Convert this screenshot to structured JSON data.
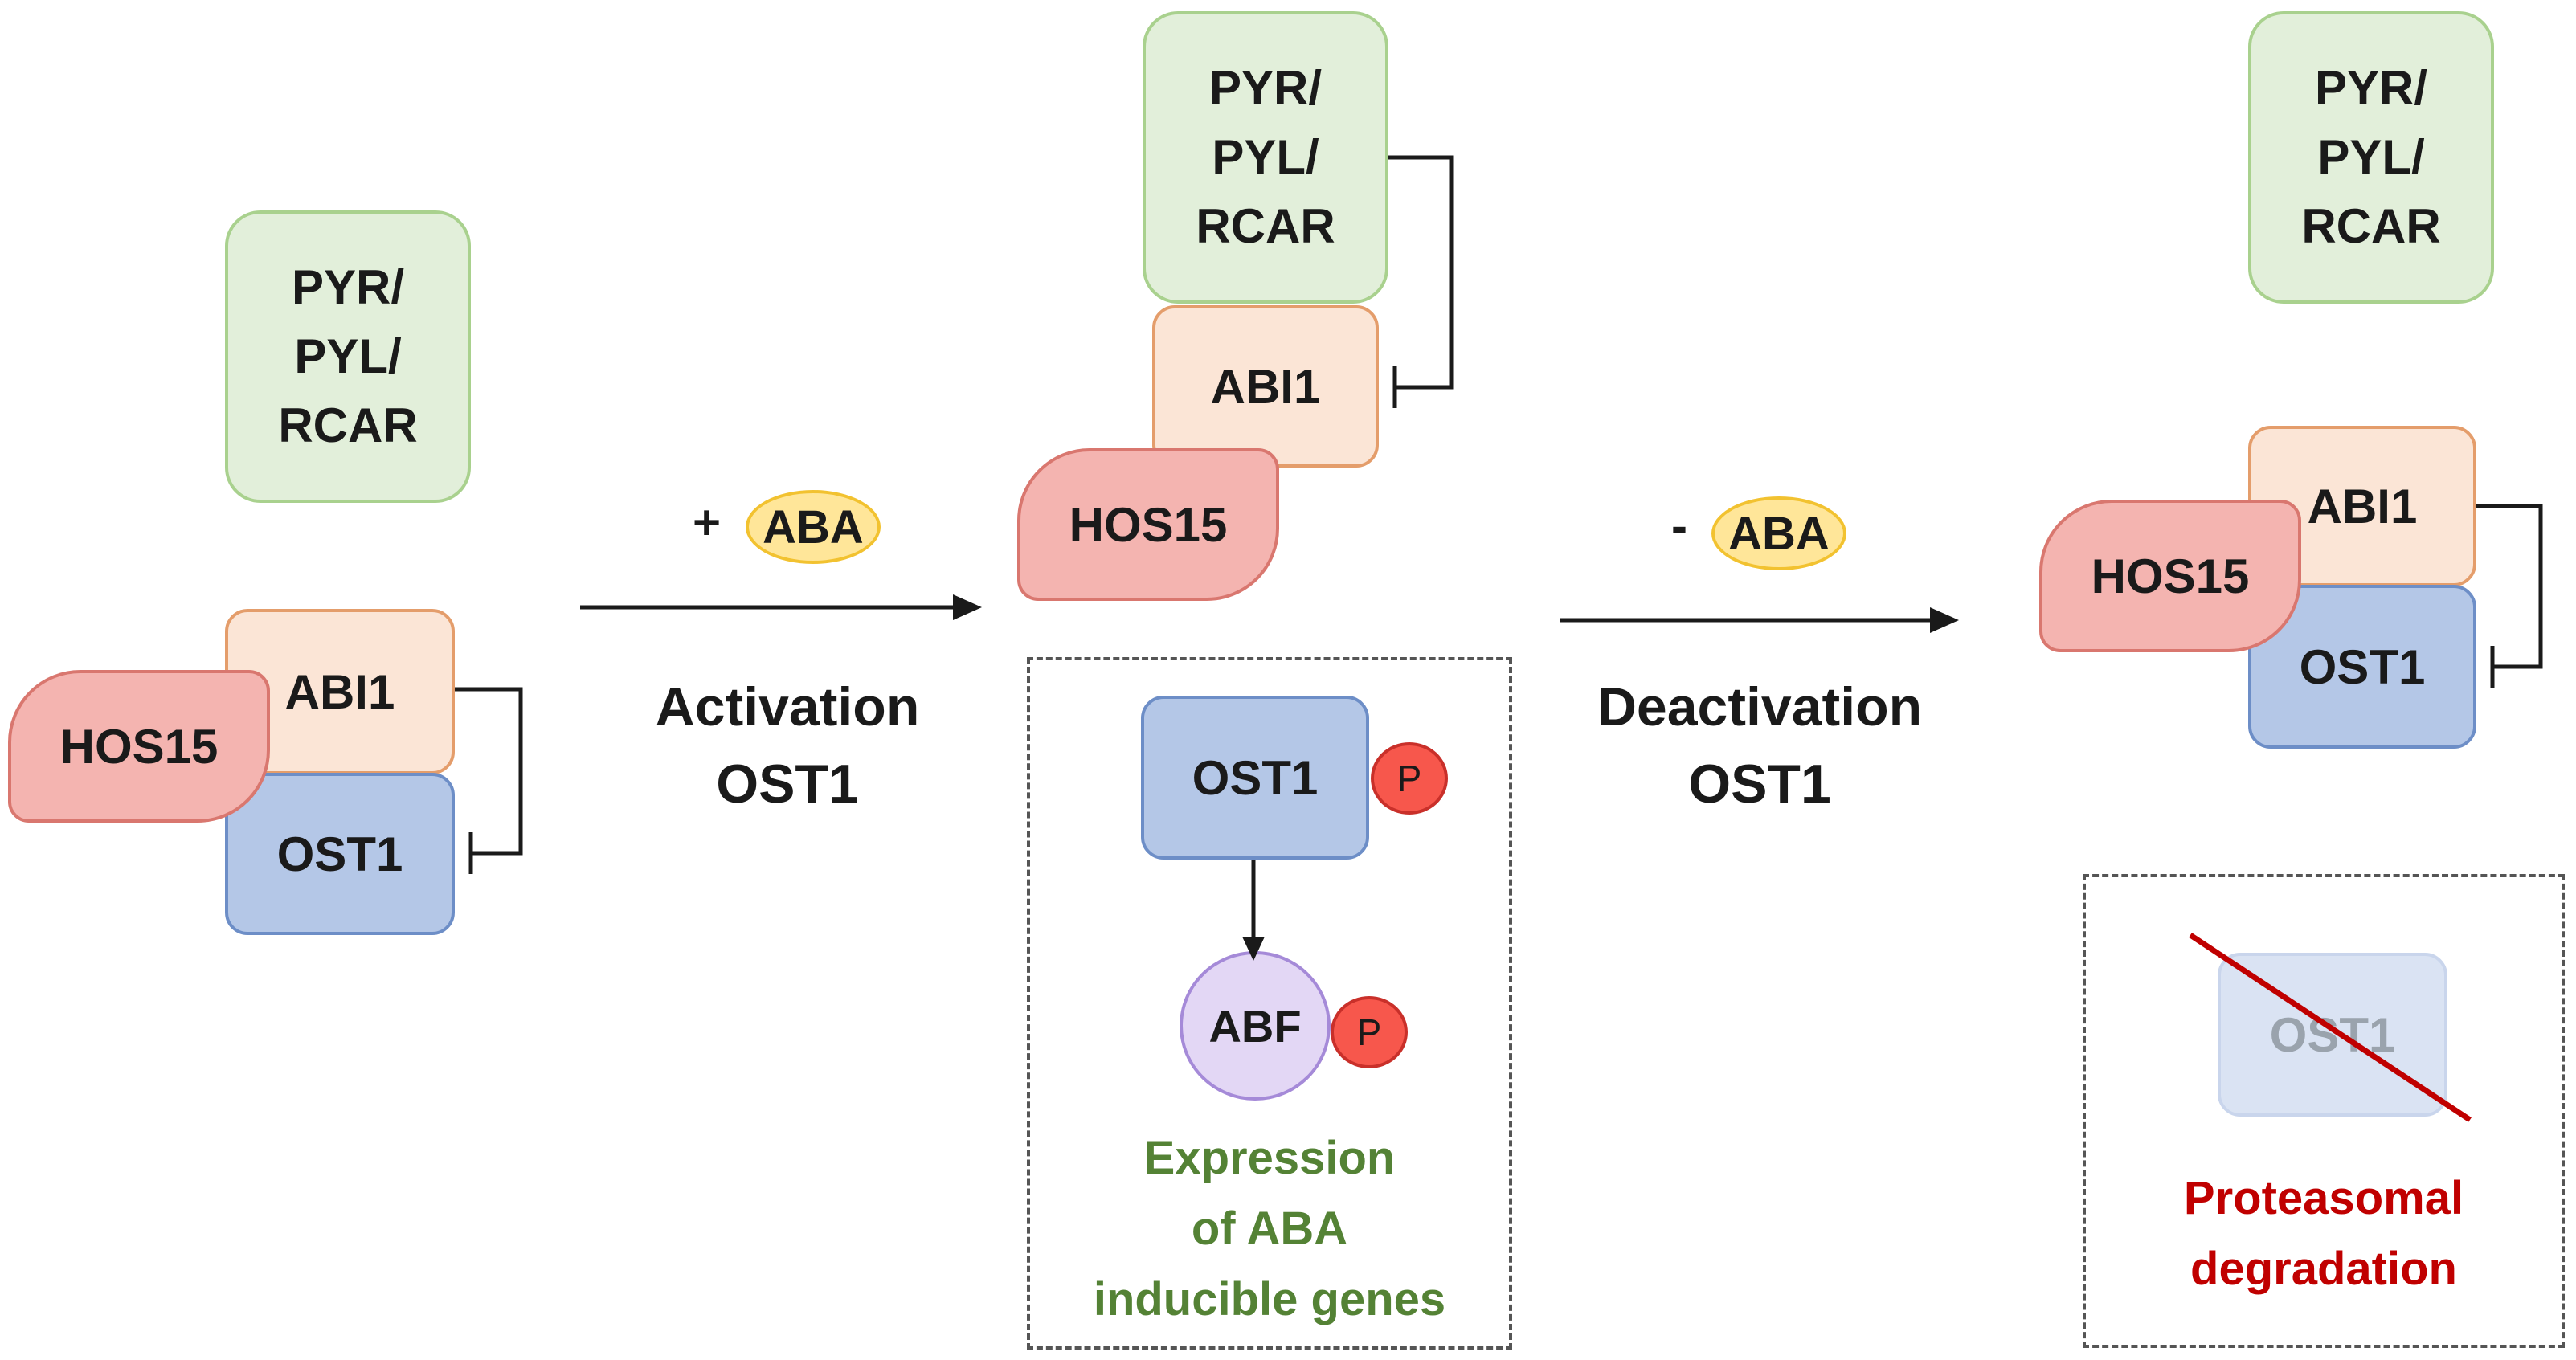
{
  "panel_left": {
    "receptor": "PYR/\nPYL/\nRCAR",
    "abi1": "ABI1",
    "hos15": "HOS15",
    "ost1": "OST1"
  },
  "transition_activation": {
    "sign": "+",
    "aba": "ABA",
    "label": "Activation\nOST1"
  },
  "panel_middle": {
    "receptor": "PYR/\nPYL/\nRCAR",
    "abi1": "ABI1",
    "hos15": "HOS15",
    "ost1": "OST1",
    "phospho_ost1": "P",
    "abf": "ABF",
    "phospho_abf": "P",
    "outcome": "Expression\nof ABA\ninducible genes"
  },
  "transition_deactivation": {
    "sign": "-",
    "aba": "ABA",
    "label": "Deactivation\nOST1"
  },
  "panel_right": {
    "receptor": "PYR/\nPYL/\nRCAR",
    "abi1": "ABI1",
    "hos15": "HOS15",
    "ost1": "OST1",
    "degraded_ost1": "OST1",
    "outcome": "Proteasomal\ndegradation"
  },
  "colors": {
    "receptor": "#e2efda",
    "abi1": "#fbe5d6",
    "ost1": "#b4c7e7",
    "hos15": "#f4b4b0",
    "aba": "#ffe699",
    "phospho": "#f7574c",
    "abf": "#e3d7f5",
    "expression_text": "#548235",
    "degradation_text": "#c00000"
  }
}
